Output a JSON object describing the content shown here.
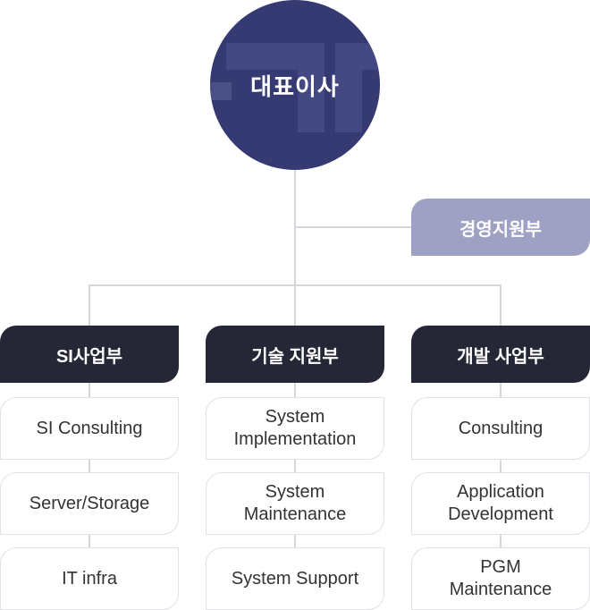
{
  "ceo": {
    "label": "대표이사"
  },
  "support_dept": {
    "label": "경영지원부"
  },
  "departments": [
    {
      "label": "SI사업부",
      "items": [
        "SI Consulting",
        "Server/Storage",
        "IT infra"
      ]
    },
    {
      "label": "기술 지원부",
      "items": [
        "System\nImplementation",
        "System\nMaintenance",
        "System Support"
      ]
    },
    {
      "label": "개발 사업부",
      "items": [
        "Consulting",
        "Application\nDevelopment",
        "PGM\nMaintenance"
      ]
    }
  ],
  "colors": {
    "ceo": "#353a73",
    "support": "#9fa1c4",
    "department": "#252737",
    "connector": "#d6d6dc"
  }
}
